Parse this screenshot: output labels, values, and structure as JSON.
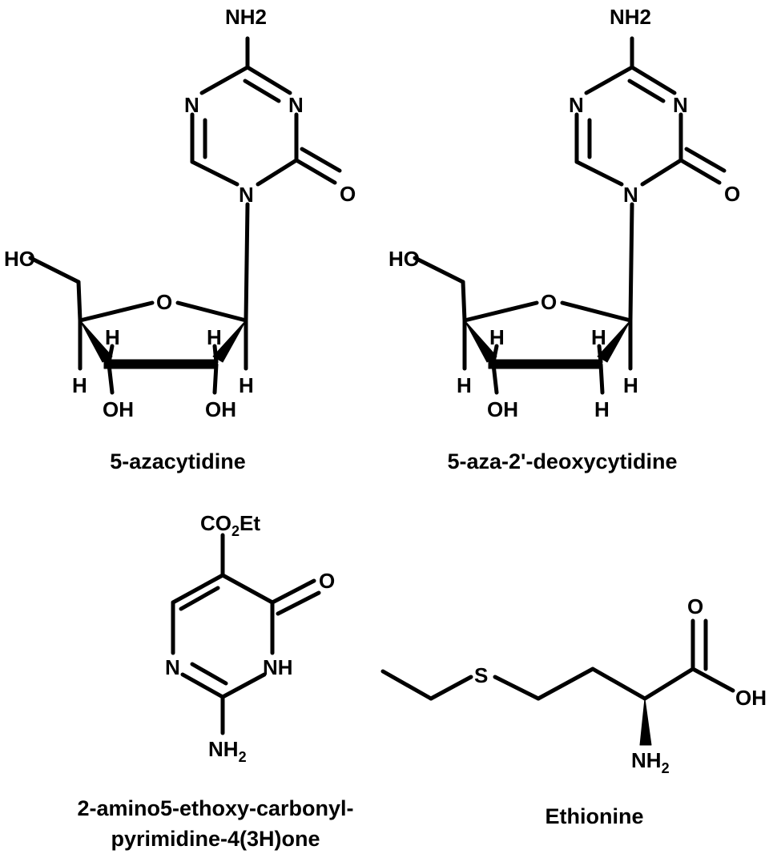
{
  "colors": {
    "ink": "#000000",
    "background": "#ffffff"
  },
  "molecules": [
    {
      "name": "5-azacytidine",
      "labels": {
        "amino": "NH2",
        "n1": "N",
        "n2": "N",
        "n3": "N",
        "oxo": "O",
        "hydroxyl_ch2": "HO",
        "ring_o": "O",
        "h1": "H",
        "h2": "H",
        "h3": "H",
        "h4": "H",
        "oh1": "OH",
        "oh2": "OH"
      }
    },
    {
      "name": "5-aza-2'-deoxycytidine",
      "labels": {
        "amino": "NH2",
        "n1": "N",
        "n2": "N",
        "n3": "N",
        "oxo": "O",
        "hydroxyl_ch2": "HO",
        "ring_o": "O",
        "h1": "H",
        "h2": "H",
        "h3": "H",
        "h4": "H",
        "oh1": "OH",
        "h5": "H"
      }
    },
    {
      "name_line1": "2-amino5-ethoxy-carbonyl-",
      "name_line2": "pyrimidine-4(3H)one",
      "labels": {
        "ester_main": "CO",
        "ester_sub": "2",
        "ester_tail": "Et",
        "oxo": "O",
        "n_ring": "N",
        "nh_ring": "NH",
        "amino_main": "NH",
        "amino_sub": "2"
      }
    },
    {
      "name": "Ethionine",
      "labels": {
        "sulfur": "S",
        "carbonyl_o": "O",
        "hydroxyl": "OH",
        "amino_main": "NH",
        "amino_sub": "2"
      }
    }
  ]
}
